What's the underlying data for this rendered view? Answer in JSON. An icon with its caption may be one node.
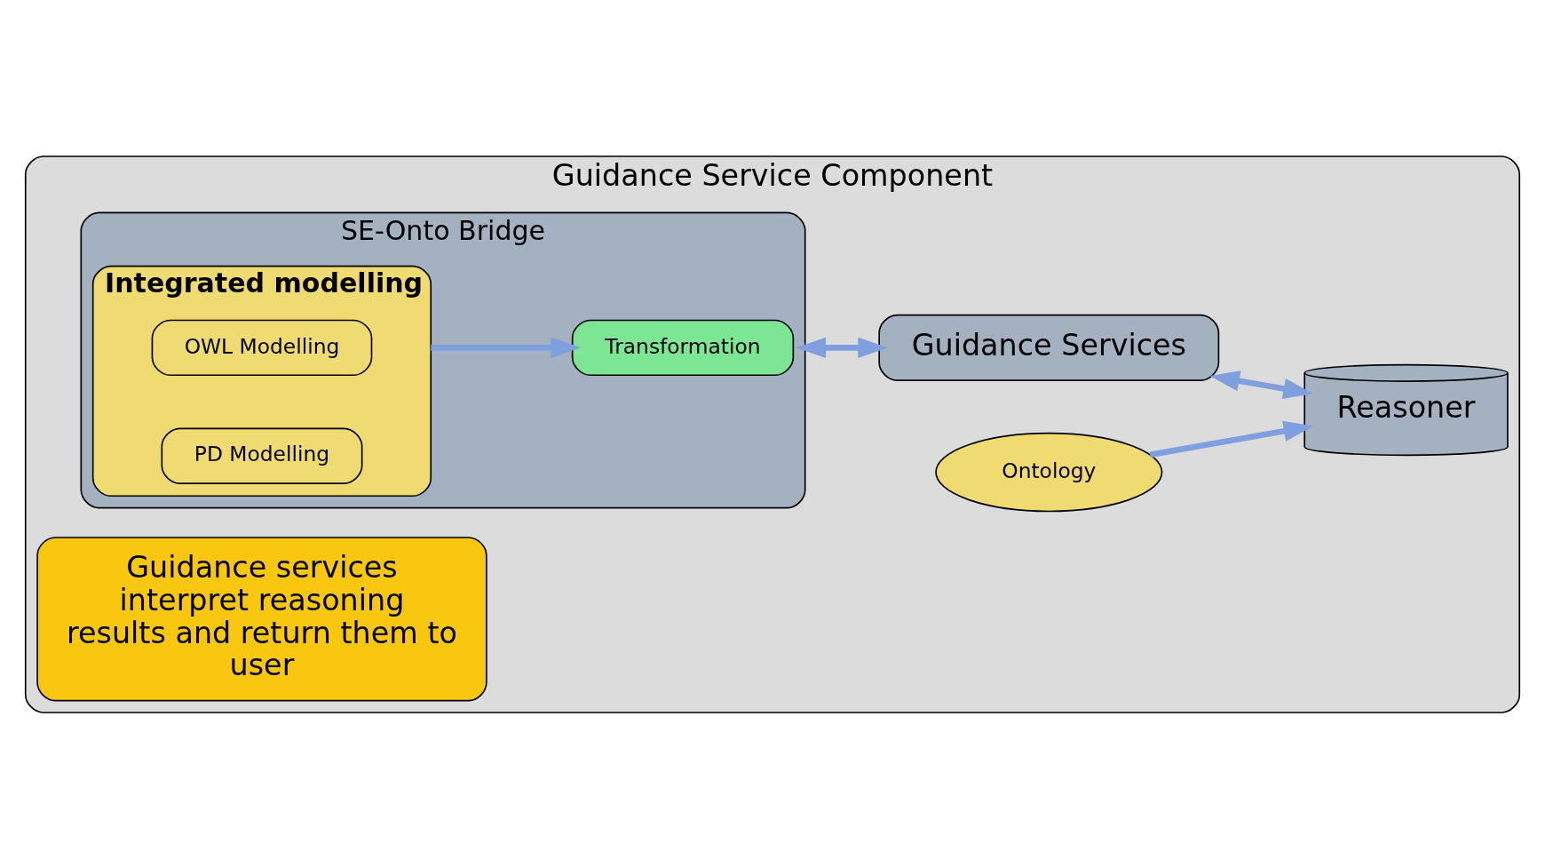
{
  "diagram": {
    "nodes": [
      {
        "text": [
          "Guidance Service Component"
        ]
      },
      {
        "text": [
          "SE-Onto Bridge"
        ],
        "in": 0
      },
      {
        "text": [
          "Transformation"
        ],
        "in": 1
      },
      {
        "text": [
          "Integrated modelling"
        ],
        "in": 1
      },
      {
        "text": [
          "OWL Modelling"
        ],
        "in": 3
      },
      {
        "text": [
          "PD Modelling"
        ],
        "in": 3
      },
      {
        "text": [
          "Guidance services interpret reasoning results and return them to user"
        ],
        "in": 0
      },
      {
        "text": [
          "Ontology"
        ],
        "in": 0
      },
      {
        "text": [
          "Guidance Services"
        ],
        "in": 0
      },
      {
        "text": [
          "Reasoner"
        ],
        "in": 0
      }
    ],
    "edges": [
      {
        "from": 3,
        "to": 2,
        "arrow": "to"
      },
      {
        "from": 1,
        "to": 8,
        "arrow": "both"
      },
      {
        "from": 8,
        "to": 9,
        "arrow": "both"
      },
      {
        "from": 7,
        "to": 9,
        "arrow": "to"
      }
    ]
  }
}
